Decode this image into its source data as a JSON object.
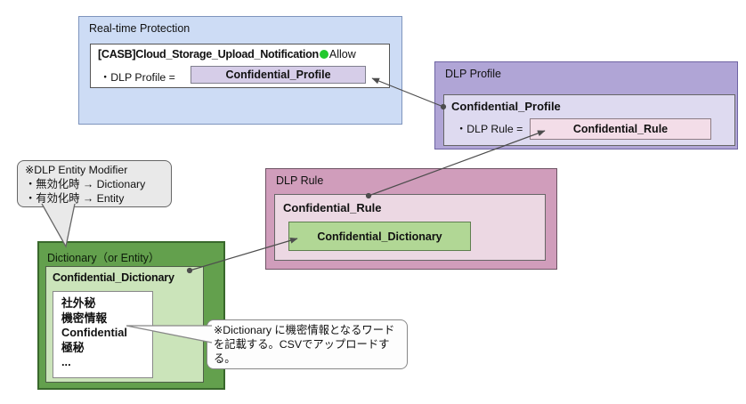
{
  "realtime": {
    "title": "Real-time Protection",
    "rule_name": "[CASB]Cloud_Storage_Upload_Notification",
    "action": "Allow",
    "profile_label": "・DLP Profile =",
    "profile_value": "Confidential_Profile"
  },
  "dlp_profile": {
    "title": "DLP Profile",
    "name": "Confidential_Profile",
    "rule_label": "・DLP Rule =",
    "rule_value": "Confidential_Rule"
  },
  "dlp_rule": {
    "title": "DLP Rule",
    "name": "Confidential_Rule",
    "dictionary_value": "Confidential_Dictionary"
  },
  "dictionary": {
    "title": "Dictionary（or Entity）",
    "name": "Confidential_Dictionary",
    "words": [
      "社外秘",
      "機密情報",
      "Confidential",
      "極秘",
      "..."
    ]
  },
  "callouts": {
    "entity_modifier": {
      "lines": [
        "※DLP Entity Modifier",
        "・無効化時 → Dictionary",
        "・有効化時 → Entity"
      ]
    },
    "dictionary_note": {
      "text": "※Dictionary に機密情報となるワードを記載する。CSVでアップロードする。"
    }
  },
  "colors": {
    "status_dot": "#22c82d",
    "connector": "#4d4d4d",
    "realtime_fill": "#cddcf5",
    "dlp_profile_fill": "#b0a5d6",
    "dlp_rule_fill": "#d09dbb",
    "dictionary_fill": "#63a04d"
  }
}
